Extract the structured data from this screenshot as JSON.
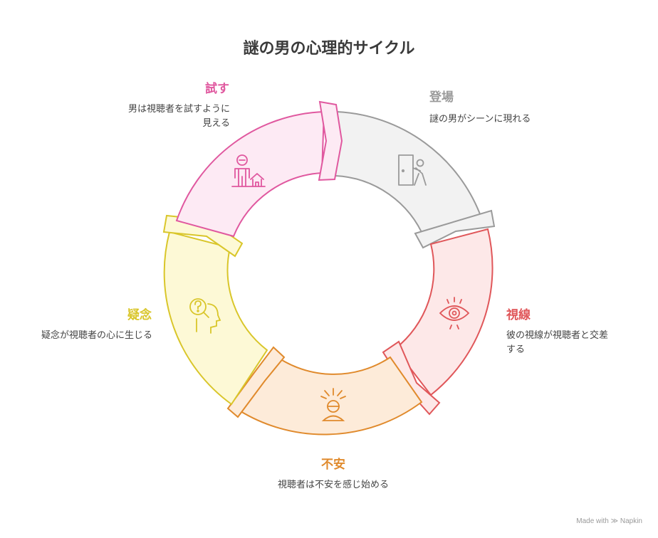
{
  "title": "謎の男の心理的サイクル",
  "stages": [
    {
      "title": "登場",
      "desc": "謎の男がシーンに現れる",
      "color": "#9a9a9a",
      "fill": "#f2f2f2",
      "icon": "man-leaving-door-icon"
    },
    {
      "title": "視線",
      "desc": "彼の視線が視聴者と交差する",
      "color": "#e0575a",
      "fill": "#fde8e8",
      "icon": "eye-icon"
    },
    {
      "title": "不安",
      "desc": "視聴者は不安を感じ始める",
      "color": "#e08a2c",
      "fill": "#fdebd9",
      "icon": "stressed-person-icon"
    },
    {
      "title": "疑念",
      "desc": "疑念が視聴者の心に生じる",
      "color": "#d9c62a",
      "fill": "#fdf9d6",
      "icon": "question-head-icon"
    },
    {
      "title": "試す",
      "desc": "男は視聴者を試すように見える",
      "color": "#e0589f",
      "fill": "#fdeaf4",
      "icon": "man-with-house-icon"
    }
  ],
  "footer": "Made with ≫ Napkin"
}
